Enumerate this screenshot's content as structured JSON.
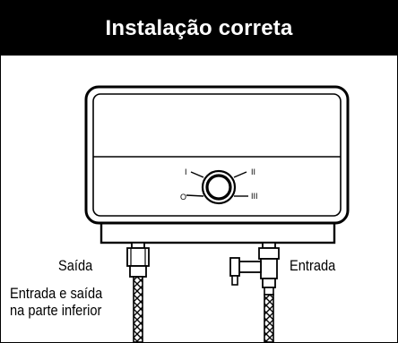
{
  "title": "Instalação correta",
  "labels": {
    "outlet": "Saída",
    "inlet": "Entrada",
    "note_line1": "Entrada e saída",
    "note_line2": "na parte inferior"
  },
  "knob_marks": {
    "top_left": "I",
    "top_right": "II",
    "bottom_left": "O",
    "bottom_right": "III"
  },
  "colors": {
    "header_bg": "#000000",
    "header_text": "#ffffff",
    "line": "#000000"
  }
}
